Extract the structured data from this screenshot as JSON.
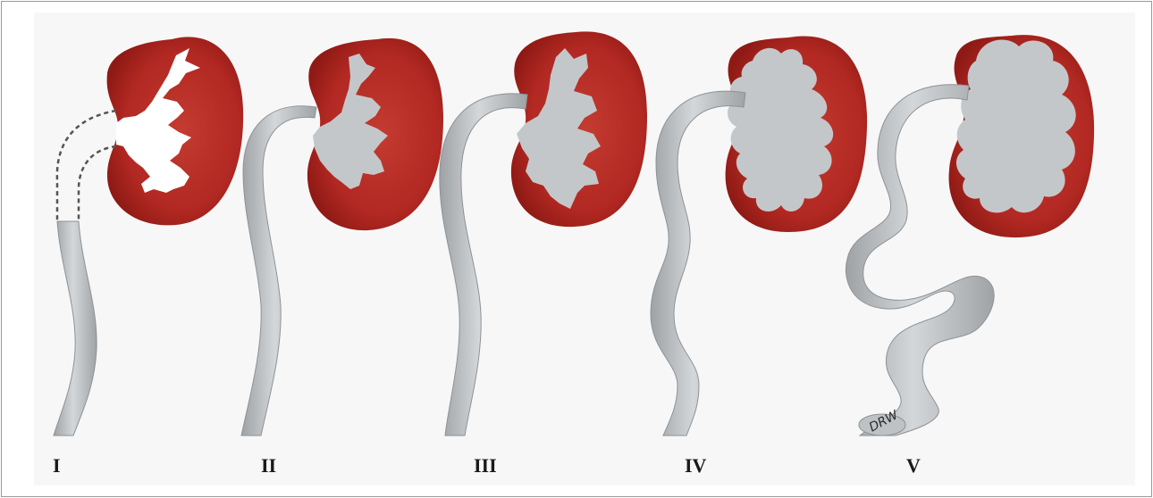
{
  "grades": [
    {
      "label": "I"
    },
    {
      "label": "II"
    },
    {
      "label": "III"
    },
    {
      "label": "IV"
    },
    {
      "label": "V"
    }
  ],
  "colors": {
    "kidney": "#b52a23",
    "kidney_dark": "#8e1a15",
    "collecting_system": "#c4c7c9",
    "ureter": "#bfc2c4",
    "background": "#f7f7f7"
  },
  "signature_text": "DRW"
}
